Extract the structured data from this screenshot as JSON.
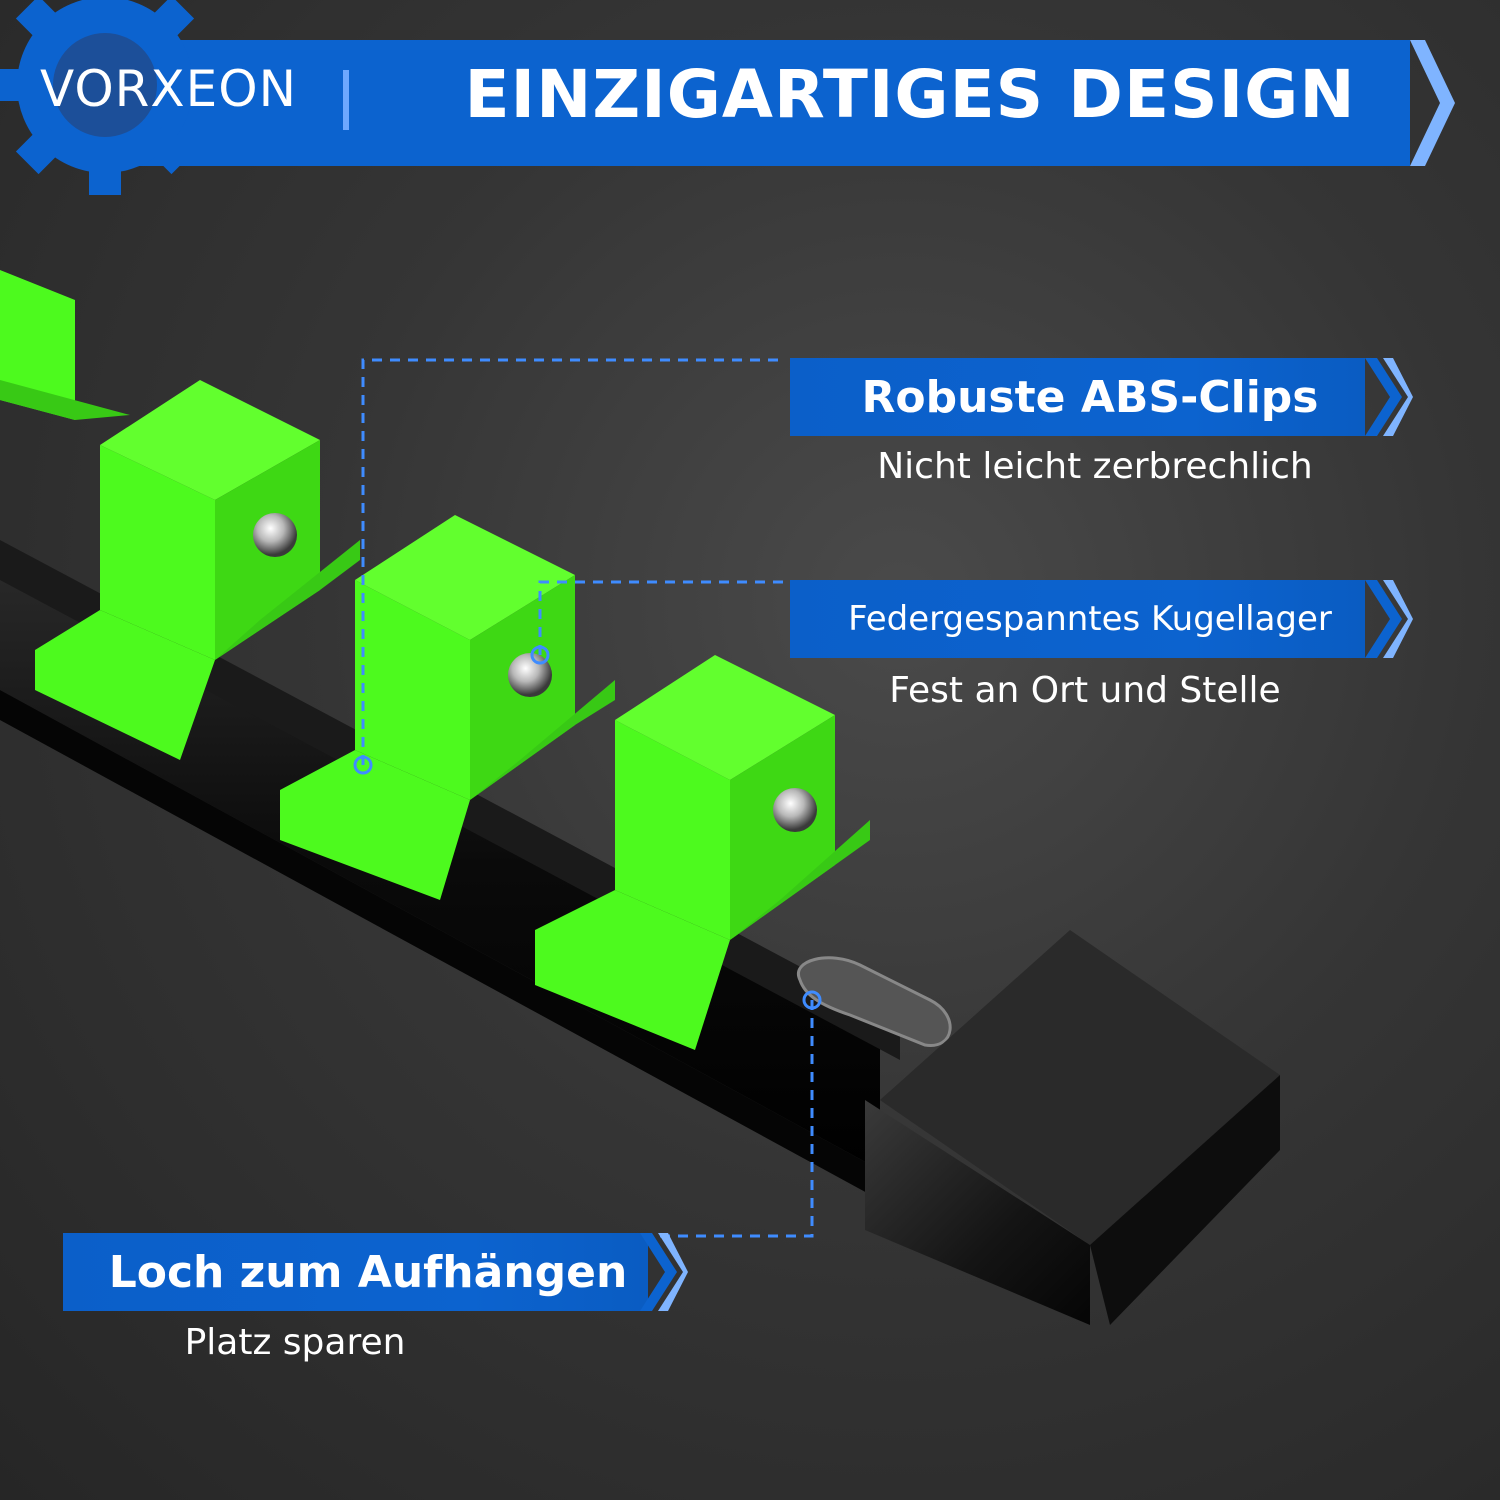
{
  "brand": {
    "name": "VORXEON"
  },
  "header": {
    "title": "EINZIGARTIGES DESIGN"
  },
  "features": [
    {
      "title": "Robuste ABS-Clips",
      "subtitle": "Nicht leicht zerbrechlich"
    },
    {
      "title": "Federgespanntes Kugellager",
      "subtitle": "Fest an Ort und Stelle"
    },
    {
      "title": "Loch zum Aufhängen",
      "subtitle": "Platz sparen"
    }
  ],
  "colors": {
    "banner_blue": "#0c63cf",
    "chevron_light": "#7fb4ff",
    "clip_green": "#4dfa1e",
    "rail_black": "#0a0a0a",
    "background": "#3a3a3a",
    "guide_line": "#3f8cff"
  }
}
